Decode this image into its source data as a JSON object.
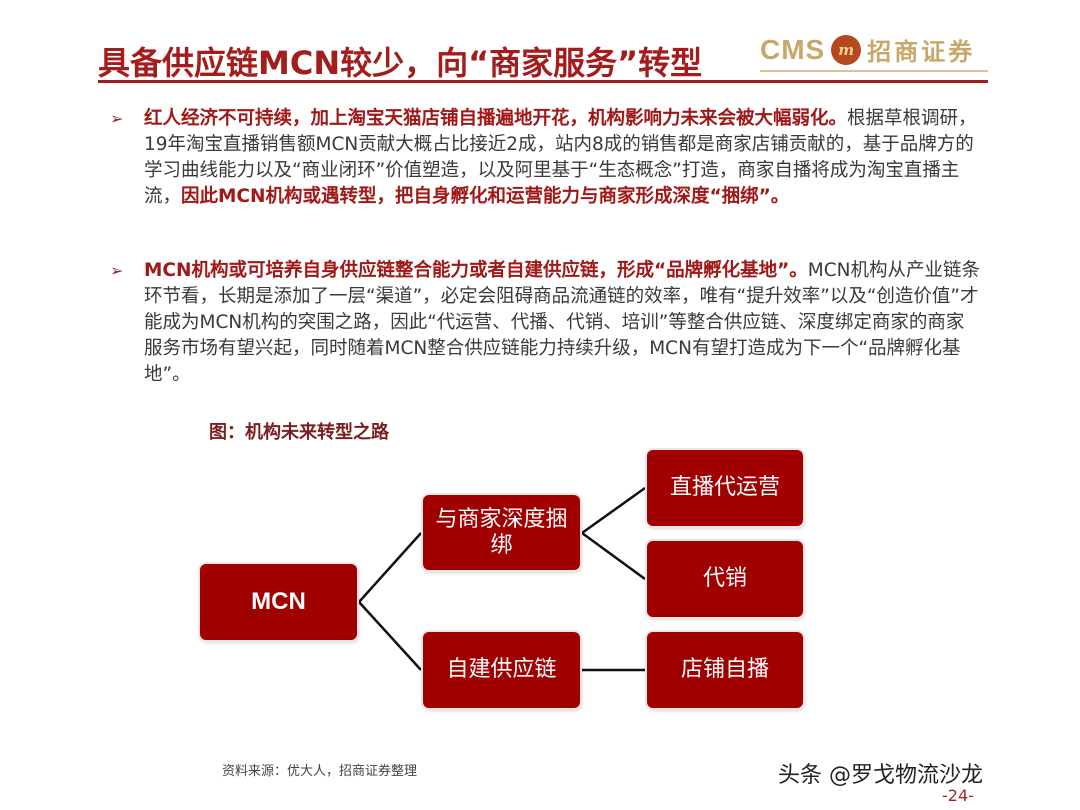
{
  "header": {
    "title": "具备供应链MCN较少，向“商家服务”转型",
    "logo": {
      "latin": "CMS",
      "badge": "m",
      "chinese": "招商证券"
    }
  },
  "bullets": [
    {
      "marker": "➢",
      "segments": [
        {
          "text": "红人经济不可持续，加上淘宝天猫店铺自播遍地开花，机构影响力未来会被大幅弱化。",
          "highlight": true
        },
        {
          "text": "根据草根调研，19年淘宝直播销售额MCN贡献大概占比接近2成，站内8成的销售都是商家店铺贡献的，基于品牌方的学习曲线能力以及“商业闭环”价值塑造，以及阿里基于“生态概念”打造，商家自播将成为淘宝直播主流，",
          "highlight": false
        },
        {
          "text": "因此MCN机构或遇转型，把自身孵化和运营能力与商家形成深度“捆绑”。",
          "highlight": true
        }
      ]
    },
    {
      "marker": "➢",
      "segments": [
        {
          "text": "MCN机构或可培养自身供应链整合能力或者自建供应链，形成“品牌孵化基地”。",
          "highlight": true
        },
        {
          "text": "MCN机构从产业链条环节看，长期是添加了一层“渠道”，必定会阻碍商品流通链的效率，唯有“提升效率”以及“创造价值”才能成为MCN机构的突围之路，因此“代运营、代播、代销、培训”等整合供应链、深度绑定商家的商家服务市场有望兴起，同时随着MCN整合供应链能力持续升级，MCN有望打造成为下一个“品牌孵化基地”。",
          "highlight": false
        }
      ]
    }
  ],
  "figure": {
    "caption": "图：机构未来转型之路",
    "nodes": {
      "root": "MCN",
      "branch_top": "与商家深度捆绑",
      "branch_bottom": "自建供应链",
      "leaf_1": "直播代运营",
      "leaf_2": "代销",
      "leaf_3": "店铺自播"
    },
    "box_color": "#a00000"
  },
  "footer": {
    "source": "资料来源：优大人，招商证券整理",
    "watermark": "头条 @罗戈物流沙龙",
    "page": "-24-"
  }
}
